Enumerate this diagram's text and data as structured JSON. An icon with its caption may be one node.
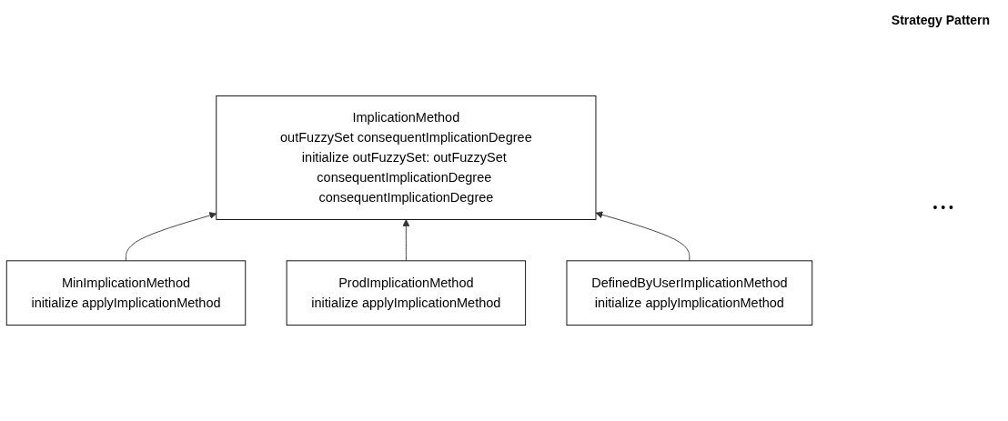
{
  "diagram": {
    "title": "Strategy Pattern",
    "nodes": [
      {
        "text": [
          "ImplicationMethod",
          "outFuzzySet consequentImplicationDegree",
          "initialize outFuzzySet: outFuzzySet consequentImplicationDegree consequentImplicationDegree"
        ]
      },
      {
        "text": [
          "MinImplicationMethod",
          "initialize applyImplicationMethod"
        ]
      },
      {
        "text": [
          "ProdImplicationMethod",
          "initialize applyImplicationMethod"
        ]
      },
      {
        "text": [
          "DefinedByUserImplicationMethod",
          "initialize applyImplicationMethod"
        ]
      }
    ],
    "edges": [
      {
        "from": 1,
        "to": 0,
        "arrow": "to"
      },
      {
        "from": 2,
        "to": 0,
        "arrow": "to"
      },
      {
        "from": 3,
        "to": 0,
        "arrow": "to"
      }
    ],
    "labels": [
      "• • •"
    ]
  }
}
